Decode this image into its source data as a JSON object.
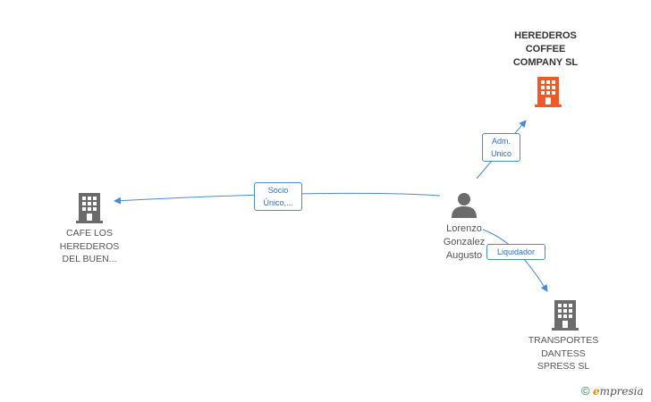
{
  "nodes": {
    "herederos_coffee": {
      "lines": [
        "HEREDEROS",
        "COFFEE",
        "COMPANY SL"
      ],
      "icon": "building-icon",
      "color": "#f05a28"
    },
    "cafe_los_herederos": {
      "lines": [
        "CAFE LOS",
        "HEREDEROS",
        "DEL BUEN..."
      ],
      "icon": "building-icon",
      "color": "#6b6b6b"
    },
    "transportes": {
      "lines": [
        "TRANSPORTES",
        "DANTESS",
        "SPRESS SL"
      ],
      "icon": "building-icon",
      "color": "#6b6b6b"
    },
    "person": {
      "lines": [
        "Lorenzo",
        "Gonzalez",
        "Augusto"
      ],
      "icon": "person-icon",
      "color": "#6b6b6b"
    }
  },
  "edges": {
    "adm": {
      "lines": [
        "Adm.",
        "Unico"
      ]
    },
    "socio": {
      "lines": [
        "Socio",
        "Único,..."
      ]
    },
    "liquidador": {
      "lines": [
        "Liquidador"
      ]
    }
  },
  "colors": {
    "edge": "#4a8ad4"
  },
  "footer": {
    "copyright": "©",
    "brand_initial": "e",
    "brand_rest": "mpresia"
  }
}
